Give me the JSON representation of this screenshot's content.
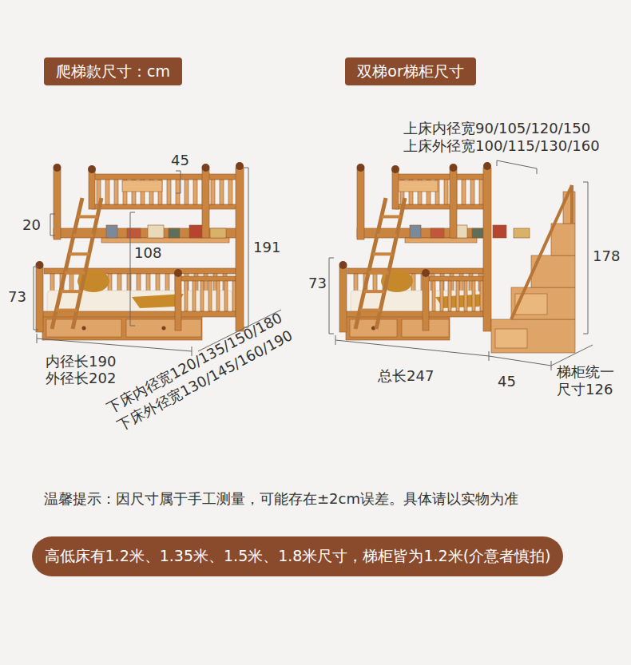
{
  "diagram": {
    "nodes": [
      {
        "text": [
          "爬梯款尺寸：cm"
        ]
      },
      {
        "text": [
          "双梯or梯柜尺寸"
        ]
      },
      {
        "text": [
          "高低床有1.2米、1.35米、1.5米、1.8米尺寸，梯柜皆为1.2米(介意者慎拍)"
        ]
      }
    ],
    "labels": [
      "45",
      "20",
      "108",
      "191",
      "73",
      "内径长190",
      "外径长202",
      "下床内径宽120/135/150/180",
      "下床外径宽130/145/160/190",
      "上床内径宽90/105/120/150",
      "上床外径宽100/115/130/160",
      "178",
      "73",
      "总长247",
      "45",
      "梯柜统一 尺寸126",
      "温馨提示：因尺寸属于手工测量，可能存在±2cm误差。具体请以实物为准"
    ]
  }
}
